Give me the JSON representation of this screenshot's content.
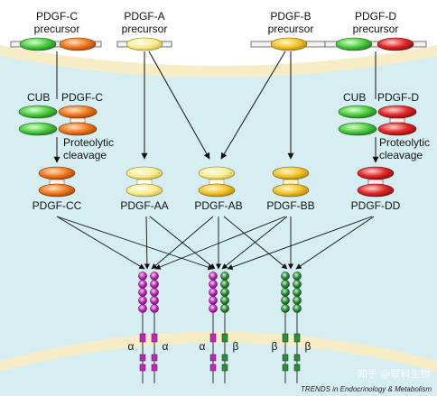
{
  "precursors": {
    "c": {
      "line1": "PDGF-C",
      "line2": "precursor"
    },
    "a": {
      "line1": "PDGF-A",
      "line2": "precursor"
    },
    "b": {
      "line1": "PDGF-B",
      "line2": "precursor"
    },
    "d": {
      "line1": "PDGF-D",
      "line2": "precursor"
    }
  },
  "domains": {
    "cub_left": "CUB",
    "pdgfc": "PDGF-C",
    "cub_right": "CUB",
    "pdgfd": "PDGF-D"
  },
  "processing": {
    "left": {
      "line1": "Proteolytic",
      "line2": "cleavage"
    },
    "right": {
      "line1": "Proteolytic",
      "line2": "cleavage"
    }
  },
  "dimers": [
    "PDGF-CC",
    "PDGF-AA",
    "PDGF-AB",
    "PDGF-BB",
    "PDGF-DD"
  ],
  "receptor_labels": {
    "r1": [
      "α",
      "α"
    ],
    "r2": [
      "α",
      "β"
    ],
    "r3": [
      "β",
      "β"
    ]
  },
  "credit": "TRENDS in Endocrinology & Metabolism",
  "watermark": "知乎 @联科生物",
  "colors": {
    "cell_bg": "#d6eef2",
    "membrane": "#f6edc6",
    "pdgf_c_green": "#3fbf3f",
    "pdgf_c_orange": "#f07a1e",
    "pdgf_a_yellow": "#f7eb8c",
    "pdgf_b_yellow": "#f3c42b",
    "pdgf_d_red": "#e02828",
    "receptor_alpha": "#c026b8",
    "receptor_beta": "#2e8c3a"
  }
}
